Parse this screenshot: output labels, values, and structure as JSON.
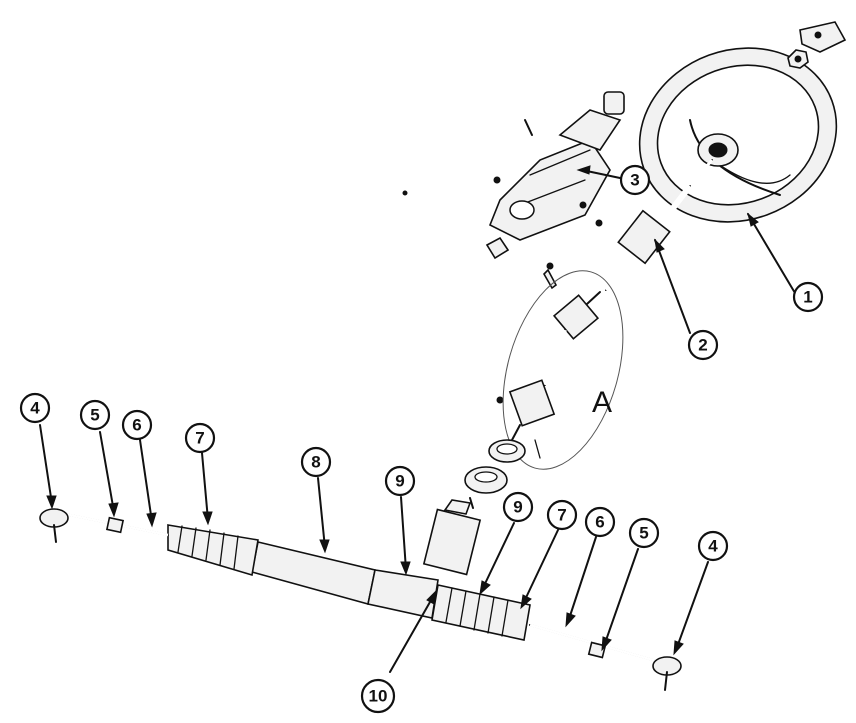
{
  "callouts": [
    {
      "id": "c1",
      "label": "1"
    },
    {
      "id": "c2",
      "label": "2"
    },
    {
      "id": "c3",
      "label": "3"
    },
    {
      "id": "c4l",
      "label": "4"
    },
    {
      "id": "c5l",
      "label": "5"
    },
    {
      "id": "c6l",
      "label": "6"
    },
    {
      "id": "c7l",
      "label": "7"
    },
    {
      "id": "c8",
      "label": "8"
    },
    {
      "id": "c9l",
      "label": "9"
    },
    {
      "id": "c9r",
      "label": "9"
    },
    {
      "id": "c7r",
      "label": "7"
    },
    {
      "id": "c6r",
      "label": "6"
    },
    {
      "id": "c5r",
      "label": "5"
    },
    {
      "id": "c4r",
      "label": "4"
    },
    {
      "id": "c10",
      "label": "10"
    }
  ],
  "detail_region": {
    "label": "A"
  }
}
